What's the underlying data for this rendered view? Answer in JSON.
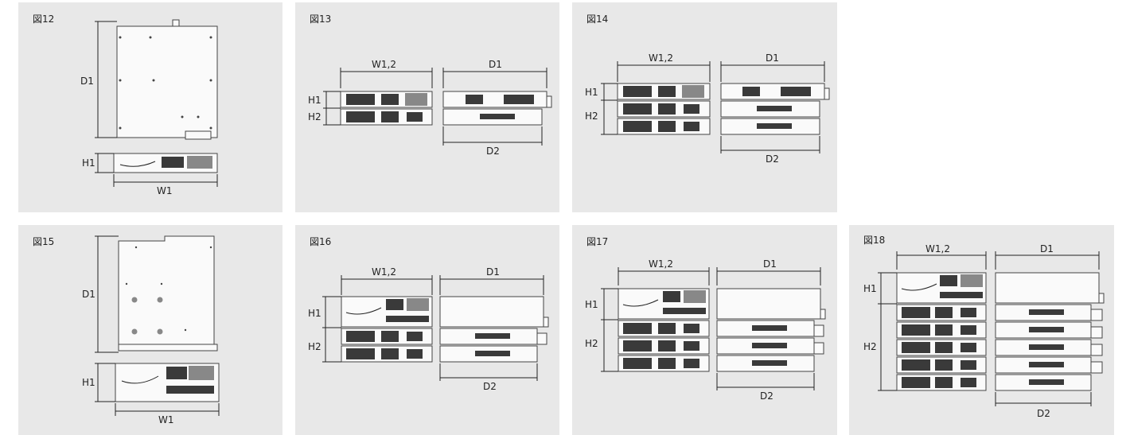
{
  "figures": [
    {
      "id": "fig12",
      "title": "図12",
      "labels": {
        "d1": "D1",
        "h1": "H1",
        "w1": "W1"
      }
    },
    {
      "id": "fig13",
      "title": "図13",
      "labels": {
        "w12": "W1,2",
        "d1": "D1",
        "h1": "H1",
        "h2": "H2",
        "d2": "D2"
      }
    },
    {
      "id": "fig14",
      "title": "図14",
      "labels": {
        "w12": "W1,2",
        "d1": "D1",
        "h1": "H1",
        "h2": "H2",
        "d2": "D2"
      }
    },
    {
      "id": "fig15",
      "title": "図15",
      "labels": {
        "d1": "D1",
        "h1": "H1",
        "w1": "W1"
      }
    },
    {
      "id": "fig16",
      "title": "図16",
      "labels": {
        "w12": "W1,2",
        "d1": "D1",
        "h1": "H1",
        "h2": "H2",
        "d2": "D2"
      }
    },
    {
      "id": "fig17",
      "title": "図17",
      "labels": {
        "w12": "W1,2",
        "d1": "D1",
        "h1": "H1",
        "h2": "H2",
        "d2": "D2"
      }
    },
    {
      "id": "fig18",
      "title": "図18",
      "labels": {
        "w12": "W1,2",
        "d1": "D1",
        "h1": "H1",
        "h2": "H2",
        "d2": "D2"
      }
    }
  ]
}
